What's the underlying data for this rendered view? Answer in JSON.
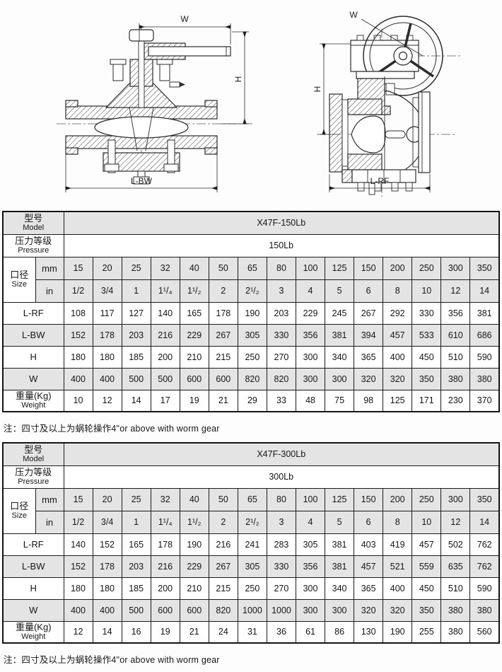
{
  "page": {
    "background": "#fdfdfd",
    "line_color": "#2b2b2b",
    "table_border_color": "#1b1b1b",
    "shade_color": "#e4e4e4"
  },
  "drawings": {
    "left": {
      "description": "butt-weld end plug valve cross-section with lever handle",
      "dim_top": "W",
      "dim_right": "H",
      "dim_bottom": "L-BW"
    },
    "right": {
      "description": "flanged plug valve with worm gear handwheel",
      "dim_top": "W",
      "dim_left": "H",
      "dim_bottom": "L-RF"
    }
  },
  "tables": [
    {
      "model": {
        "cn": "型号",
        "en": "Model",
        "value": "X47F-150Lb"
      },
      "pressure": {
        "cn": "压力等级",
        "en": "Pressure",
        "value": "150Lb"
      },
      "size": {
        "cn": "口径",
        "en": "Size",
        "mm_label": "mm",
        "in_label": "in"
      },
      "mm": [
        "15",
        "20",
        "25",
        "32",
        "40",
        "50",
        "65",
        "80",
        "100",
        "125",
        "150",
        "200",
        "250",
        "300",
        "350"
      ],
      "inches": [
        "1/2",
        "3/4",
        "1",
        "1¹/₄",
        "1¹/₂",
        "2",
        "2¹/₂",
        "3",
        "4",
        "5",
        "6",
        "8",
        "10",
        "12",
        "14"
      ],
      "rows": [
        {
          "label": "L-RF",
          "values": [
            "108",
            "117",
            "127",
            "140",
            "165",
            "178",
            "190",
            "203",
            "229",
            "245",
            "267",
            "292",
            "330",
            "356",
            "381"
          ]
        },
        {
          "label": "L-BW",
          "values": [
            "152",
            "178",
            "203",
            "216",
            "229",
            "267",
            "305",
            "330",
            "356",
            "381",
            "394",
            "457",
            "533",
            "610",
            "686"
          ]
        },
        {
          "label": "H",
          "values": [
            "180",
            "180",
            "185",
            "200",
            "210",
            "215",
            "250",
            "270",
            "300",
            "340",
            "365",
            "400",
            "450",
            "510",
            "590"
          ]
        },
        {
          "label": "W",
          "values": [
            "400",
            "400",
            "500",
            "500",
            "600",
            "600",
            "820",
            "820",
            "300",
            "300",
            "320",
            "320",
            "350",
            "380",
            "380"
          ]
        },
        {
          "label_cn": "重量(Kg)",
          "label_en": "Weight",
          "values": [
            "10",
            "12",
            "14",
            "17",
            "19",
            "21",
            "29",
            "33",
            "48",
            "75",
            "98",
            "125",
            "171",
            "230",
            "370"
          ]
        }
      ],
      "note": "注：四寸及以上为蜗轮操作4\"or above with worm gear"
    },
    {
      "model": {
        "cn": "型号",
        "en": "Model",
        "value": "X47F-300Lb"
      },
      "pressure": {
        "cn": "压力等级",
        "en": "Pressure",
        "value": "300Lb"
      },
      "size": {
        "cn": "口径",
        "en": "Size",
        "mm_label": "mm",
        "in_label": "in"
      },
      "mm": [
        "15",
        "20",
        "25",
        "32",
        "40",
        "50",
        "65",
        "80",
        "100",
        "125",
        "150",
        "200",
        "250",
        "300",
        "350"
      ],
      "inches": [
        "1/2",
        "3/4",
        "1",
        "1¹/₄",
        "1¹/₂",
        "2",
        "2¹/₂",
        "3",
        "4",
        "5",
        "6",
        "8",
        "10",
        "12",
        "14"
      ],
      "rows": [
        {
          "label": "L-RF",
          "values": [
            "140",
            "152",
            "165",
            "178",
            "190",
            "216",
            "241",
            "283",
            "305",
            "381",
            "403",
            "419",
            "457",
            "502",
            "762"
          ]
        },
        {
          "label": "L-BW",
          "values": [
            "152",
            "178",
            "203",
            "216",
            "229",
            "267",
            "305",
            "330",
            "356",
            "381",
            "457",
            "521",
            "559",
            "635",
            "762"
          ]
        },
        {
          "label": "H",
          "values": [
            "180",
            "180",
            "185",
            "200",
            "210",
            "215",
            "250",
            "270",
            "300",
            "340",
            "365",
            "400",
            "450",
            "510",
            "590"
          ]
        },
        {
          "label": "W",
          "values": [
            "400",
            "400",
            "500",
            "600",
            "600",
            "820",
            "1000",
            "1000",
            "300",
            "300",
            "320",
            "320",
            "350",
            "380",
            "380"
          ]
        },
        {
          "label_cn": "重量(Kg)",
          "label_en": "Weight",
          "values": [
            "12",
            "14",
            "16",
            "19",
            "21",
            "24",
            "31",
            "36",
            "61",
            "86",
            "130",
            "190",
            "255",
            "380",
            "560"
          ]
        }
      ],
      "note": "注：四寸及以上为蜗轮操作4\"or above with worm gear"
    }
  ]
}
